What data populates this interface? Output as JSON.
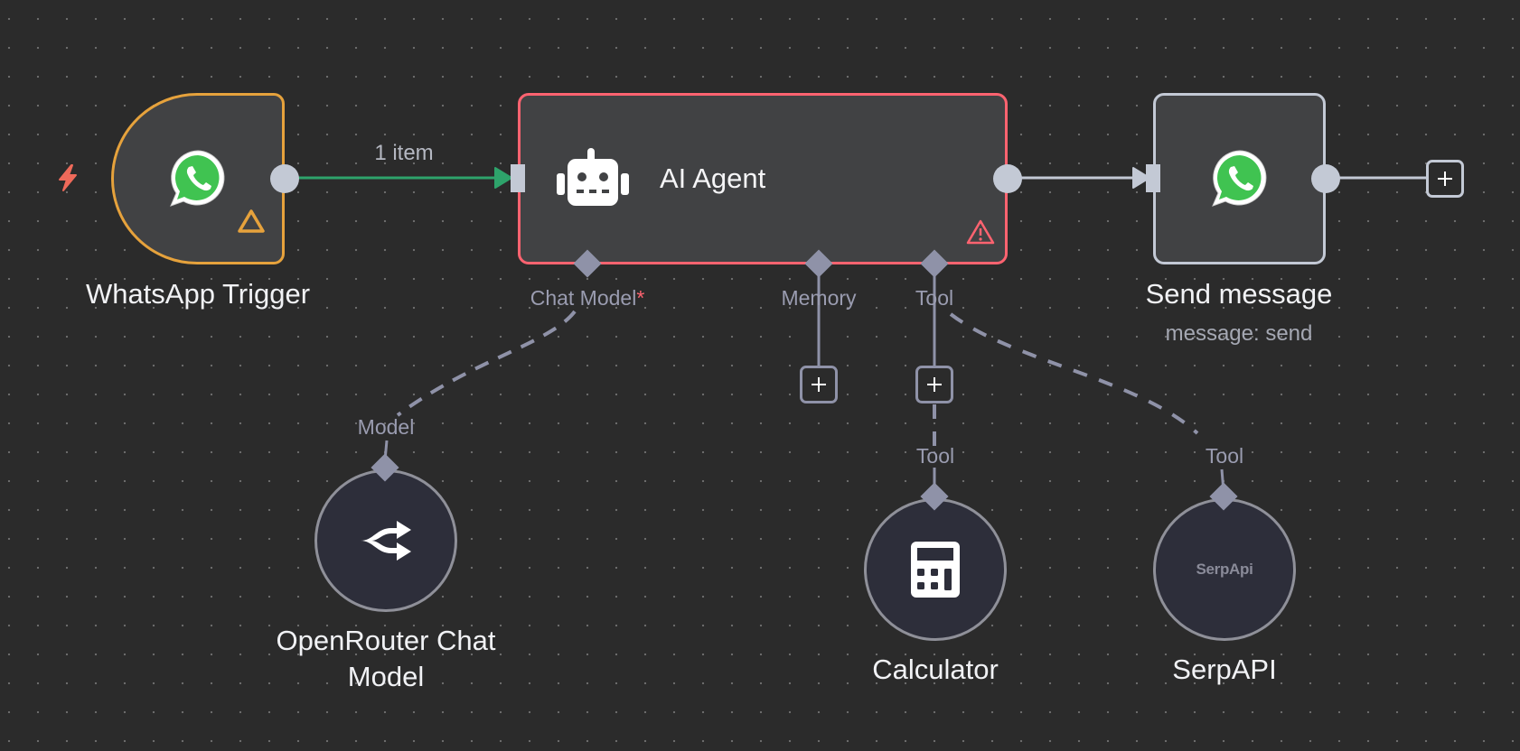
{
  "canvas": {
    "background": "#2b2b2b",
    "colors": {
      "trigger_border": "#e6a23c",
      "error_border": "#ff6370",
      "default_border": "#c3c9d5",
      "success_edge": "#2ea36b",
      "sub_port": "#8f92a8",
      "whatsapp_green": "#40c351"
    }
  },
  "nodes": {
    "trigger": {
      "label": "WhatsApp Trigger",
      "icon": "whatsapp-icon",
      "status": "warning",
      "trigger_icon": "bolt-icon"
    },
    "agent": {
      "label": "AI Agent",
      "icon": "robot-icon",
      "status": "error",
      "ports": {
        "chat_model": "Chat Model",
        "chat_model_required": "*",
        "memory": "Memory",
        "tool": "Tool"
      }
    },
    "send": {
      "label": "Send message",
      "subtitle": "message: send",
      "icon": "whatsapp-icon"
    },
    "openrouter": {
      "label_line1": "OpenRouter Chat",
      "label_line2": "Model",
      "port": "Model",
      "icon": "openrouter-icon"
    },
    "calculator": {
      "label": "Calculator",
      "port": "Tool",
      "icon": "calculator-icon"
    },
    "serpapi": {
      "label": "SerpAPI",
      "port": "Tool",
      "icon_text": "SerpApi"
    }
  },
  "edges": {
    "trigger_to_agent": {
      "label": "1 item"
    }
  },
  "buttons": {
    "add_symbol": "+"
  }
}
